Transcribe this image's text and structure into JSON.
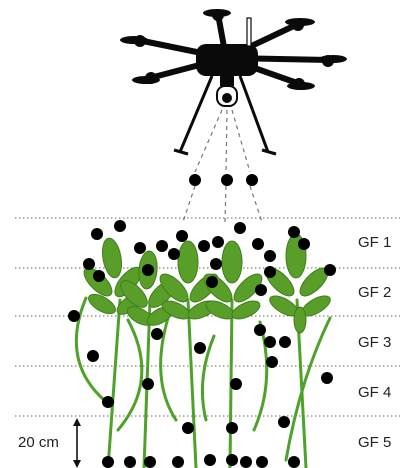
{
  "colors": {
    "leaf": "#5a9e2a",
    "leaf_dark": "#3f7f1c",
    "stem": "#4ea22a",
    "drone": "#0a0a0a",
    "droplet": "#000000",
    "dotted_line": "#888888"
  },
  "icons": {
    "drone": "drone-icon",
    "scale_arrow": "double-arrow-icon"
  },
  "layers": [
    {
      "label": "GF 1"
    },
    {
      "label": "GF 2"
    },
    {
      "label": "GF 3"
    },
    {
      "label": "GF 4"
    },
    {
      "label": "GF 5"
    }
  ],
  "scale": {
    "label": "20 cm"
  }
}
